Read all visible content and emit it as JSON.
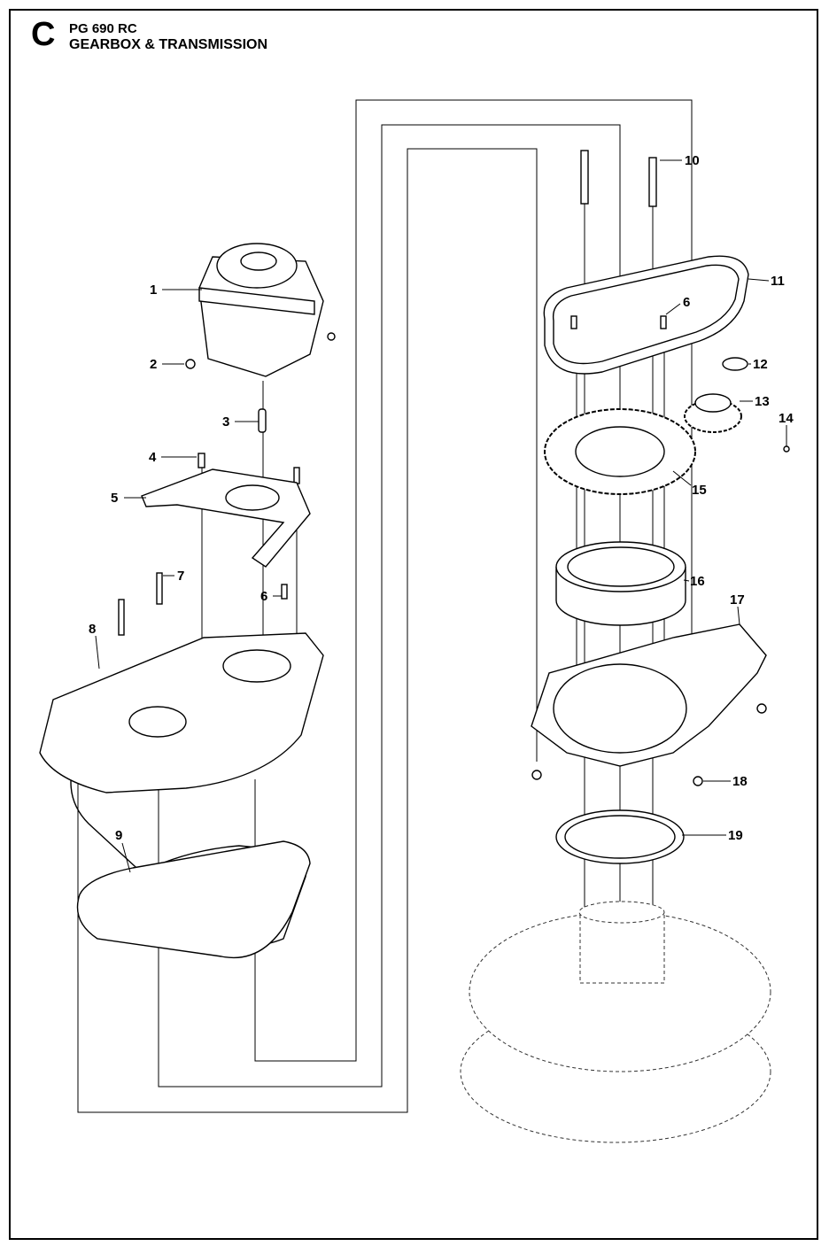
{
  "header": {
    "section_letter": "C",
    "model": "PG 690 RC",
    "title": "GEARBOX & TRANSMISSION"
  },
  "callouts": {
    "c1": "1",
    "c2": "2",
    "c3": "3",
    "c4": "4",
    "c5": "5",
    "c6a": "6",
    "c6b": "6",
    "c7": "7",
    "c8": "8",
    "c9": "9",
    "c10": "10",
    "c11": "11",
    "c12": "12",
    "c13": "13",
    "c14": "14",
    "c15": "15",
    "c16": "16",
    "c17": "17",
    "c18": "18",
    "c19": "19"
  }
}
